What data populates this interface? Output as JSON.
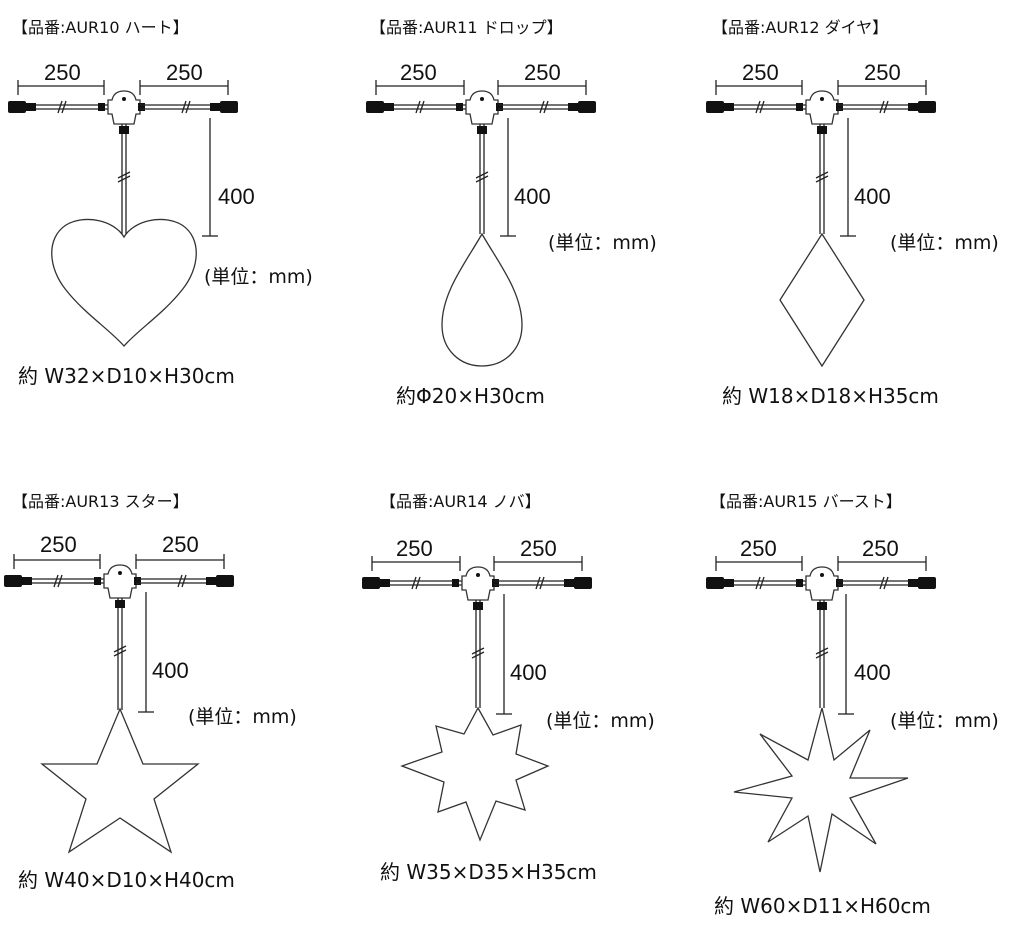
{
  "common": {
    "dim_left": "250",
    "dim_right": "250",
    "dim_drop": "400",
    "unit_label": "(単位：mm)"
  },
  "products": [
    {
      "title": "【品番:AUR10 ハート】",
      "size_label": "約 W32×D10×H30cm",
      "shape": "heart"
    },
    {
      "title": "【品番:AUR11 ドロップ】",
      "size_label": "約Φ20×H30cm",
      "shape": "drop"
    },
    {
      "title": "【品番:AUR12 ダイヤ】",
      "size_label": "約 W18×D18×H35cm",
      "shape": "diamond"
    },
    {
      "title": "【品番:AUR13 スター】",
      "size_label": "約 W40×D10×H40cm",
      "shape": "star"
    },
    {
      "title": "【品番:AUR14 ノバ】",
      "size_label": "約 W35×D35×H35cm",
      "shape": "nova"
    },
    {
      "title": "【品番:AUR15 バースト】",
      "size_label": "約 W60×D11×H60cm",
      "shape": "burst"
    }
  ]
}
